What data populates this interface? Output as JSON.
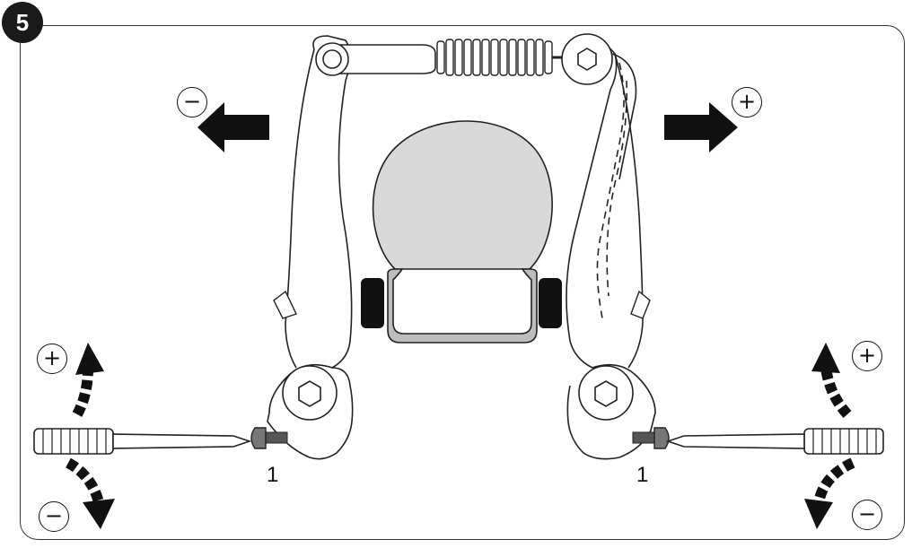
{
  "step_number": "5",
  "callouts": {
    "left_screw": "1",
    "right_screw": "1"
  },
  "signs": {
    "plus": "+",
    "minus": "−"
  },
  "icons": {
    "left_arrow": "arrow-left-icon",
    "right_arrow": "arrow-right-icon",
    "rotate_cw": "rotate-arrow-icon",
    "screwdriver": "screwdriver-icon",
    "screw": "tension-screw-icon"
  },
  "colors": {
    "ink": "#1a1a1a",
    "rim": "#d9d9d9",
    "pad": "#111111"
  }
}
